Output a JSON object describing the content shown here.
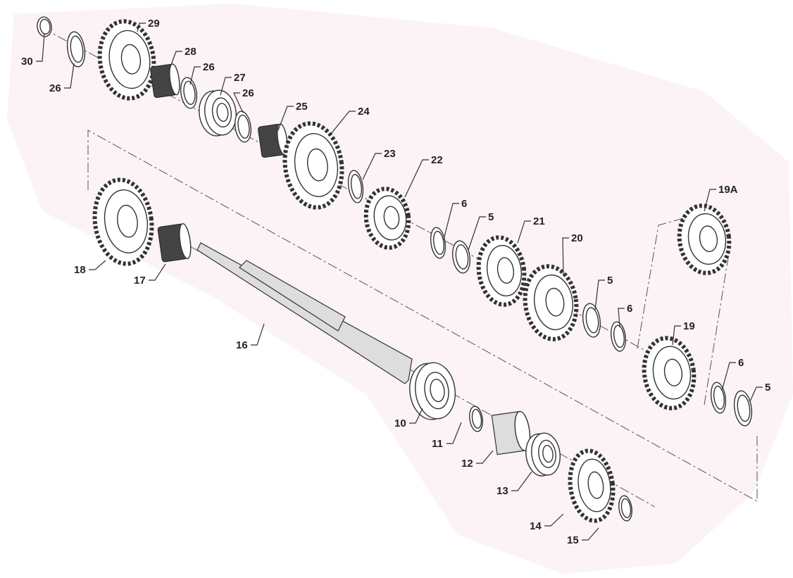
{
  "diagram": {
    "title": "Gearbox main shaft exploded view",
    "callouts": [
      "30",
      "26",
      "29",
      "28",
      "26",
      "27",
      "26",
      "25",
      "24",
      "23",
      "22",
      "6",
      "5",
      "21",
      "20",
      "19A",
      "5",
      "6",
      "19",
      "6",
      "5",
      "18",
      "17",
      "16",
      "10",
      "11",
      "12",
      "13",
      "14",
      "15"
    ]
  },
  "colors": {
    "background_blob": "#fbf3f5",
    "ink": "#333333"
  }
}
